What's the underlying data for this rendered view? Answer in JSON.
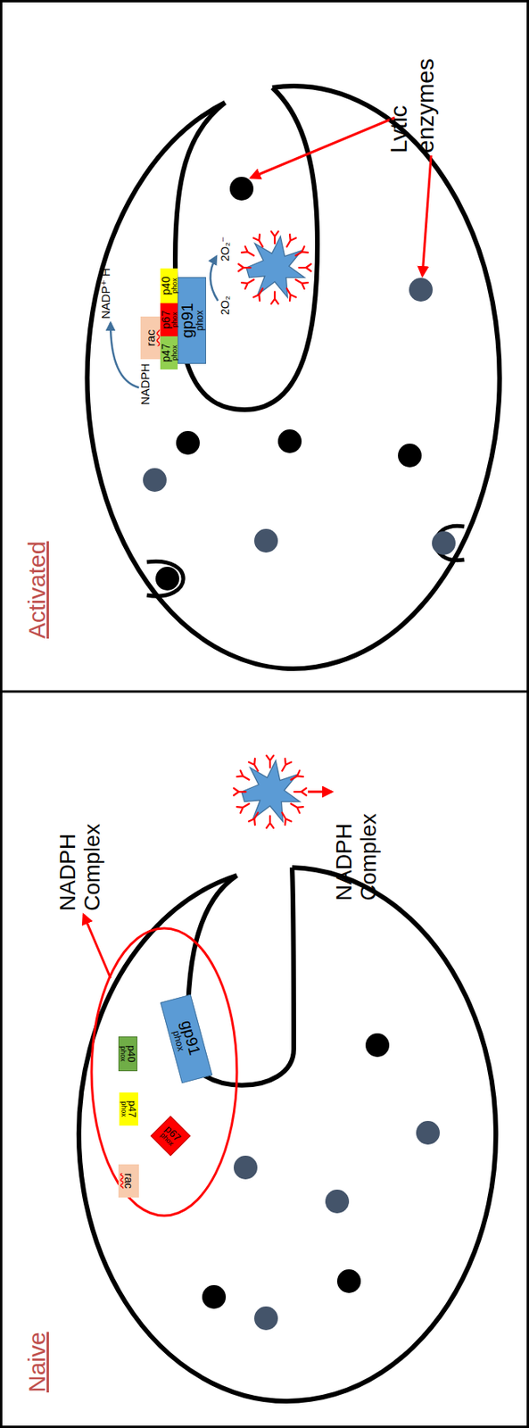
{
  "diagram": {
    "nodes": [
      {
        "text": [
          "gp91",
          "phox"
        ]
      },
      {
        "text": [
          "p40",
          "phox"
        ]
      },
      {
        "text": [
          "p47",
          "phox"
        ]
      },
      {
        "text": [
          "p67",
          "phox"
        ]
      },
      {
        "text": [
          "rac"
        ]
      },
      {
        "text": [
          "gp91",
          "phox"
        ]
      },
      {
        "text": [
          "p40",
          "phox"
        ]
      },
      {
        "text": [
          "p67",
          "phox"
        ]
      },
      {
        "text": [
          "p47",
          "phox"
        ]
      },
      {
        "text": [
          "rac"
        ]
      }
    ],
    "edges": [],
    "labels": [
      "Naive",
      "NADPH Complex",
      "NADPH Complex",
      "Activated",
      "Lytic enzymes",
      "NADPH",
      "NADP⁺ H⁺",
      "2O₂⁻",
      "2O₂"
    ]
  }
}
